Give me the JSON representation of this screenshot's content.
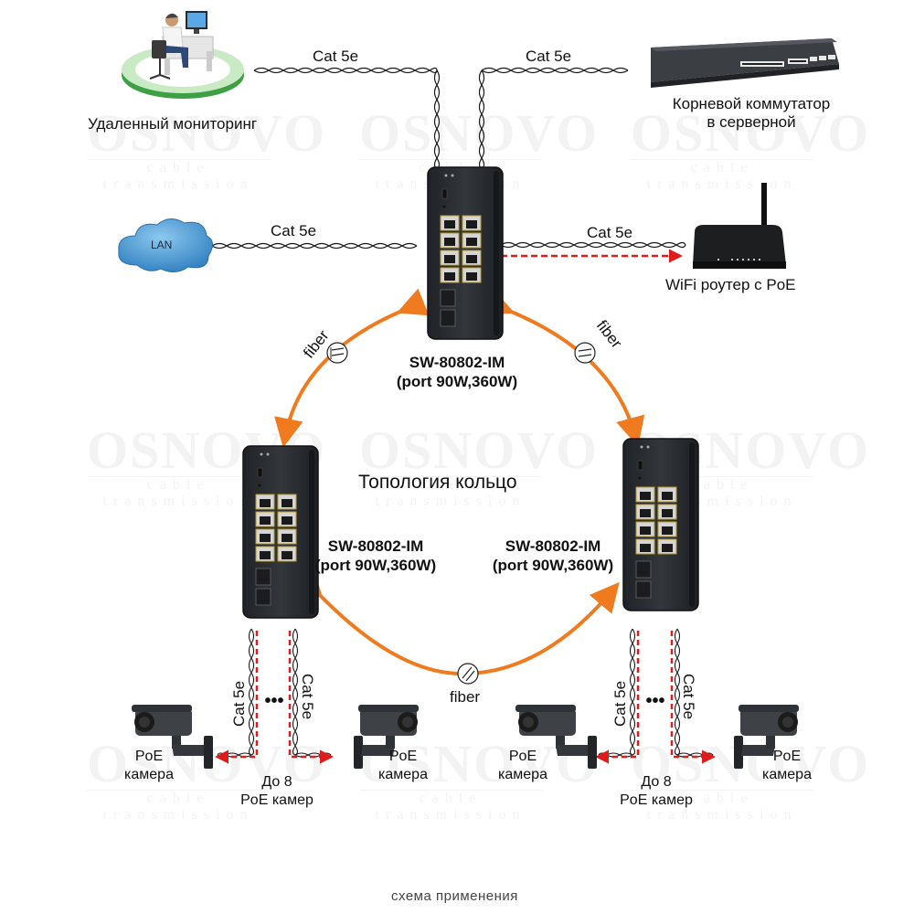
{
  "watermark": {
    "brand": "OSNOVO",
    "tagline": "cable transmission"
  },
  "colors": {
    "fiber": "#f07b1e",
    "poe_arrow": "#e01b1b",
    "cable": "#1a1a1a",
    "device": "#2c2f33",
    "cloud": "#3d8fcf",
    "platform_green": "#4cb050"
  },
  "devices": {
    "remote_monitoring": {
      "icon": "operator-workstation-icon",
      "label": "Удаленный мониторинг"
    },
    "core_switch": {
      "icon": "rack-switch-icon",
      "label_line1": "Корневой коммутатор",
      "label_line2": "в серверной"
    },
    "lan": {
      "icon": "cloud-icon",
      "label": "LAN"
    },
    "wifi_router": {
      "icon": "wifi-router-icon",
      "label": "WiFi роутер с PoE"
    }
  },
  "cables": {
    "top_left": "Cat 5e",
    "top_right": "Cat 5e",
    "lan": "Cat 5e",
    "router": "Cat 5e",
    "left_cam_a": "Cat 5e",
    "left_cam_b": "Cat 5e",
    "right_cam_a": "Cat 5e",
    "right_cam_b": "Cat 5e"
  },
  "switches": [
    {
      "id": "top",
      "brand": "OSNOVO",
      "model": "SW-80802-IM",
      "spec": "(port 90W,360W)",
      "rj45_ports": 8,
      "sfp_ports": 2
    },
    {
      "id": "left",
      "brand": "OSNOVO",
      "model": "SW-80802-IM",
      "spec": "(port 90W,360W)",
      "rj45_ports": 8,
      "sfp_ports": 2
    },
    {
      "id": "right",
      "brand": "OSNOVO",
      "model": "SW-80802-IM",
      "spec": "(port 90W,360W)",
      "rj45_ports": 8,
      "sfp_ports": 2
    }
  ],
  "ring": {
    "title": "Топология кольцо",
    "links": [
      {
        "label": "fiber",
        "from": "top",
        "to": "left"
      },
      {
        "label": "fiber",
        "from": "top",
        "to": "right"
      },
      {
        "label": "fiber",
        "from": "left",
        "to": "right"
      }
    ]
  },
  "camera_groups": [
    {
      "switch": "left",
      "cam_left": [
        "PoE",
        "камера"
      ],
      "cam_right": [
        "PoE",
        "камера"
      ],
      "count_line1": "До 8",
      "count_line2": "PoE камер",
      "ellipsis": "•••"
    },
    {
      "switch": "right",
      "cam_left": [
        "PoE",
        "камера"
      ],
      "cam_right": [
        "PoE",
        "камера"
      ],
      "count_line1": "До 8",
      "count_line2": "PoE камер",
      "ellipsis": "•••"
    }
  ],
  "footer": "схема применения"
}
